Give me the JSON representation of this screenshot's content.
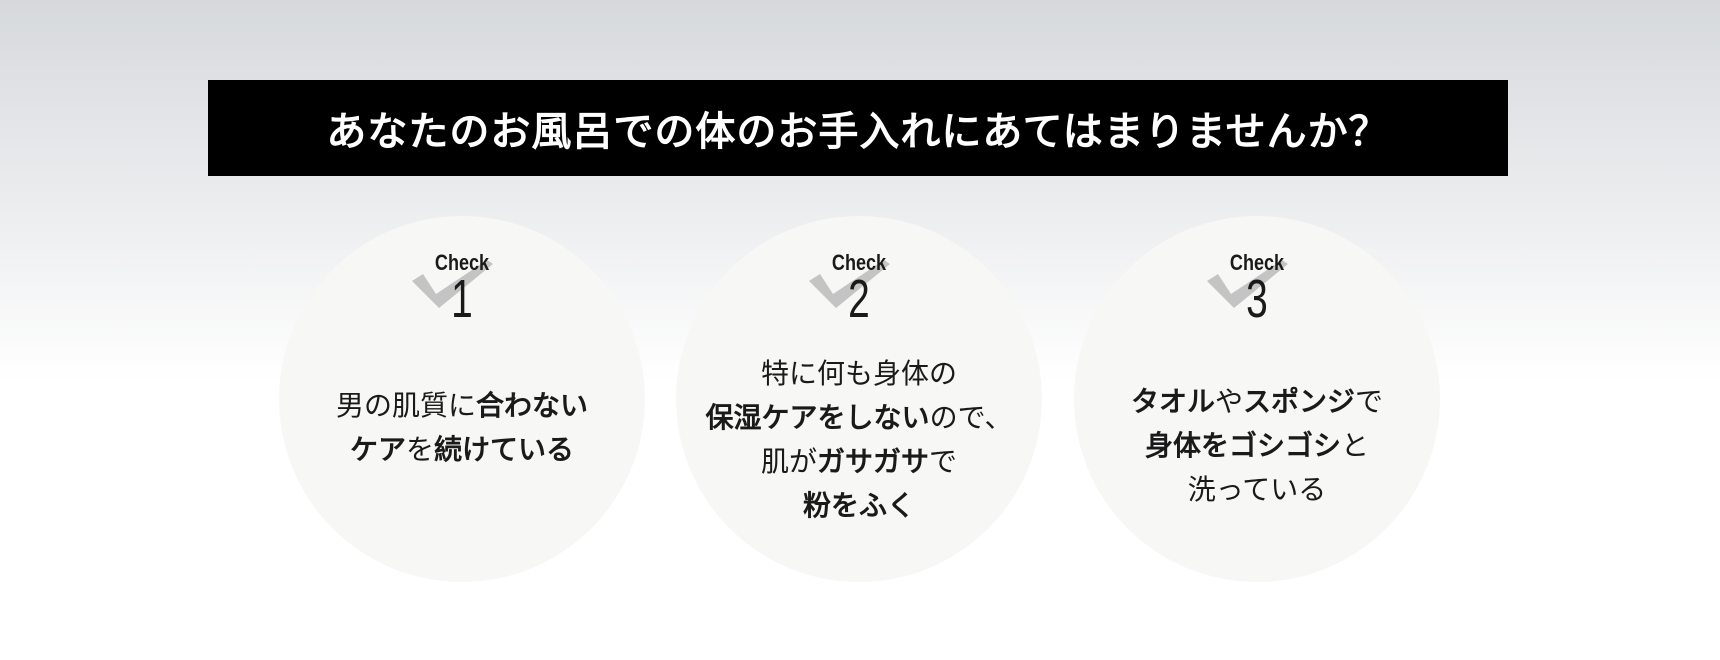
{
  "banner": {
    "title": "あなたのお風呂での体のお手入れにあてはまりませんか？"
  },
  "checks": [
    {
      "label": "Check",
      "number": "1",
      "lines": [
        [
          {
            "text": "男の肌質に",
            "bold": false
          },
          {
            "text": "合わない",
            "bold": true
          }
        ],
        [
          {
            "text": "ケア",
            "bold": true
          },
          {
            "text": "を",
            "bold": false
          },
          {
            "text": "続けている",
            "bold": true
          }
        ]
      ]
    },
    {
      "label": "Check",
      "number": "2",
      "lines": [
        [
          {
            "text": "特に何も身体の",
            "bold": false
          }
        ],
        [
          {
            "text": "保湿ケアをしない",
            "bold": true
          },
          {
            "text": "ので、",
            "bold": false
          }
        ],
        [
          {
            "text": "肌が",
            "bold": false
          },
          {
            "text": "ガサガサ",
            "bold": true
          },
          {
            "text": "で",
            "bold": false
          }
        ],
        [
          {
            "text": "粉をふく",
            "bold": true
          }
        ]
      ]
    },
    {
      "label": "Check",
      "number": "3",
      "lines": [
        [
          {
            "text": "タオル",
            "bold": true
          },
          {
            "text": "や",
            "bold": false
          },
          {
            "text": "スポンジ",
            "bold": true
          },
          {
            "text": "で",
            "bold": false
          }
        ],
        [
          {
            "text": "身体をゴシゴシ",
            "bold": true
          },
          {
            "text": "と",
            "bold": false
          }
        ],
        [
          {
            "text": "洗っている",
            "bold": false
          }
        ]
      ]
    }
  ],
  "colors": {
    "banner_bg": "#000000",
    "banner_text": "#ffffff",
    "circle_bg": "#f7f7f6",
    "check_mark": "#c4c4c4",
    "text": "#1a1a1a"
  },
  "icons": {
    "check_mark": "check-mark-icon"
  }
}
